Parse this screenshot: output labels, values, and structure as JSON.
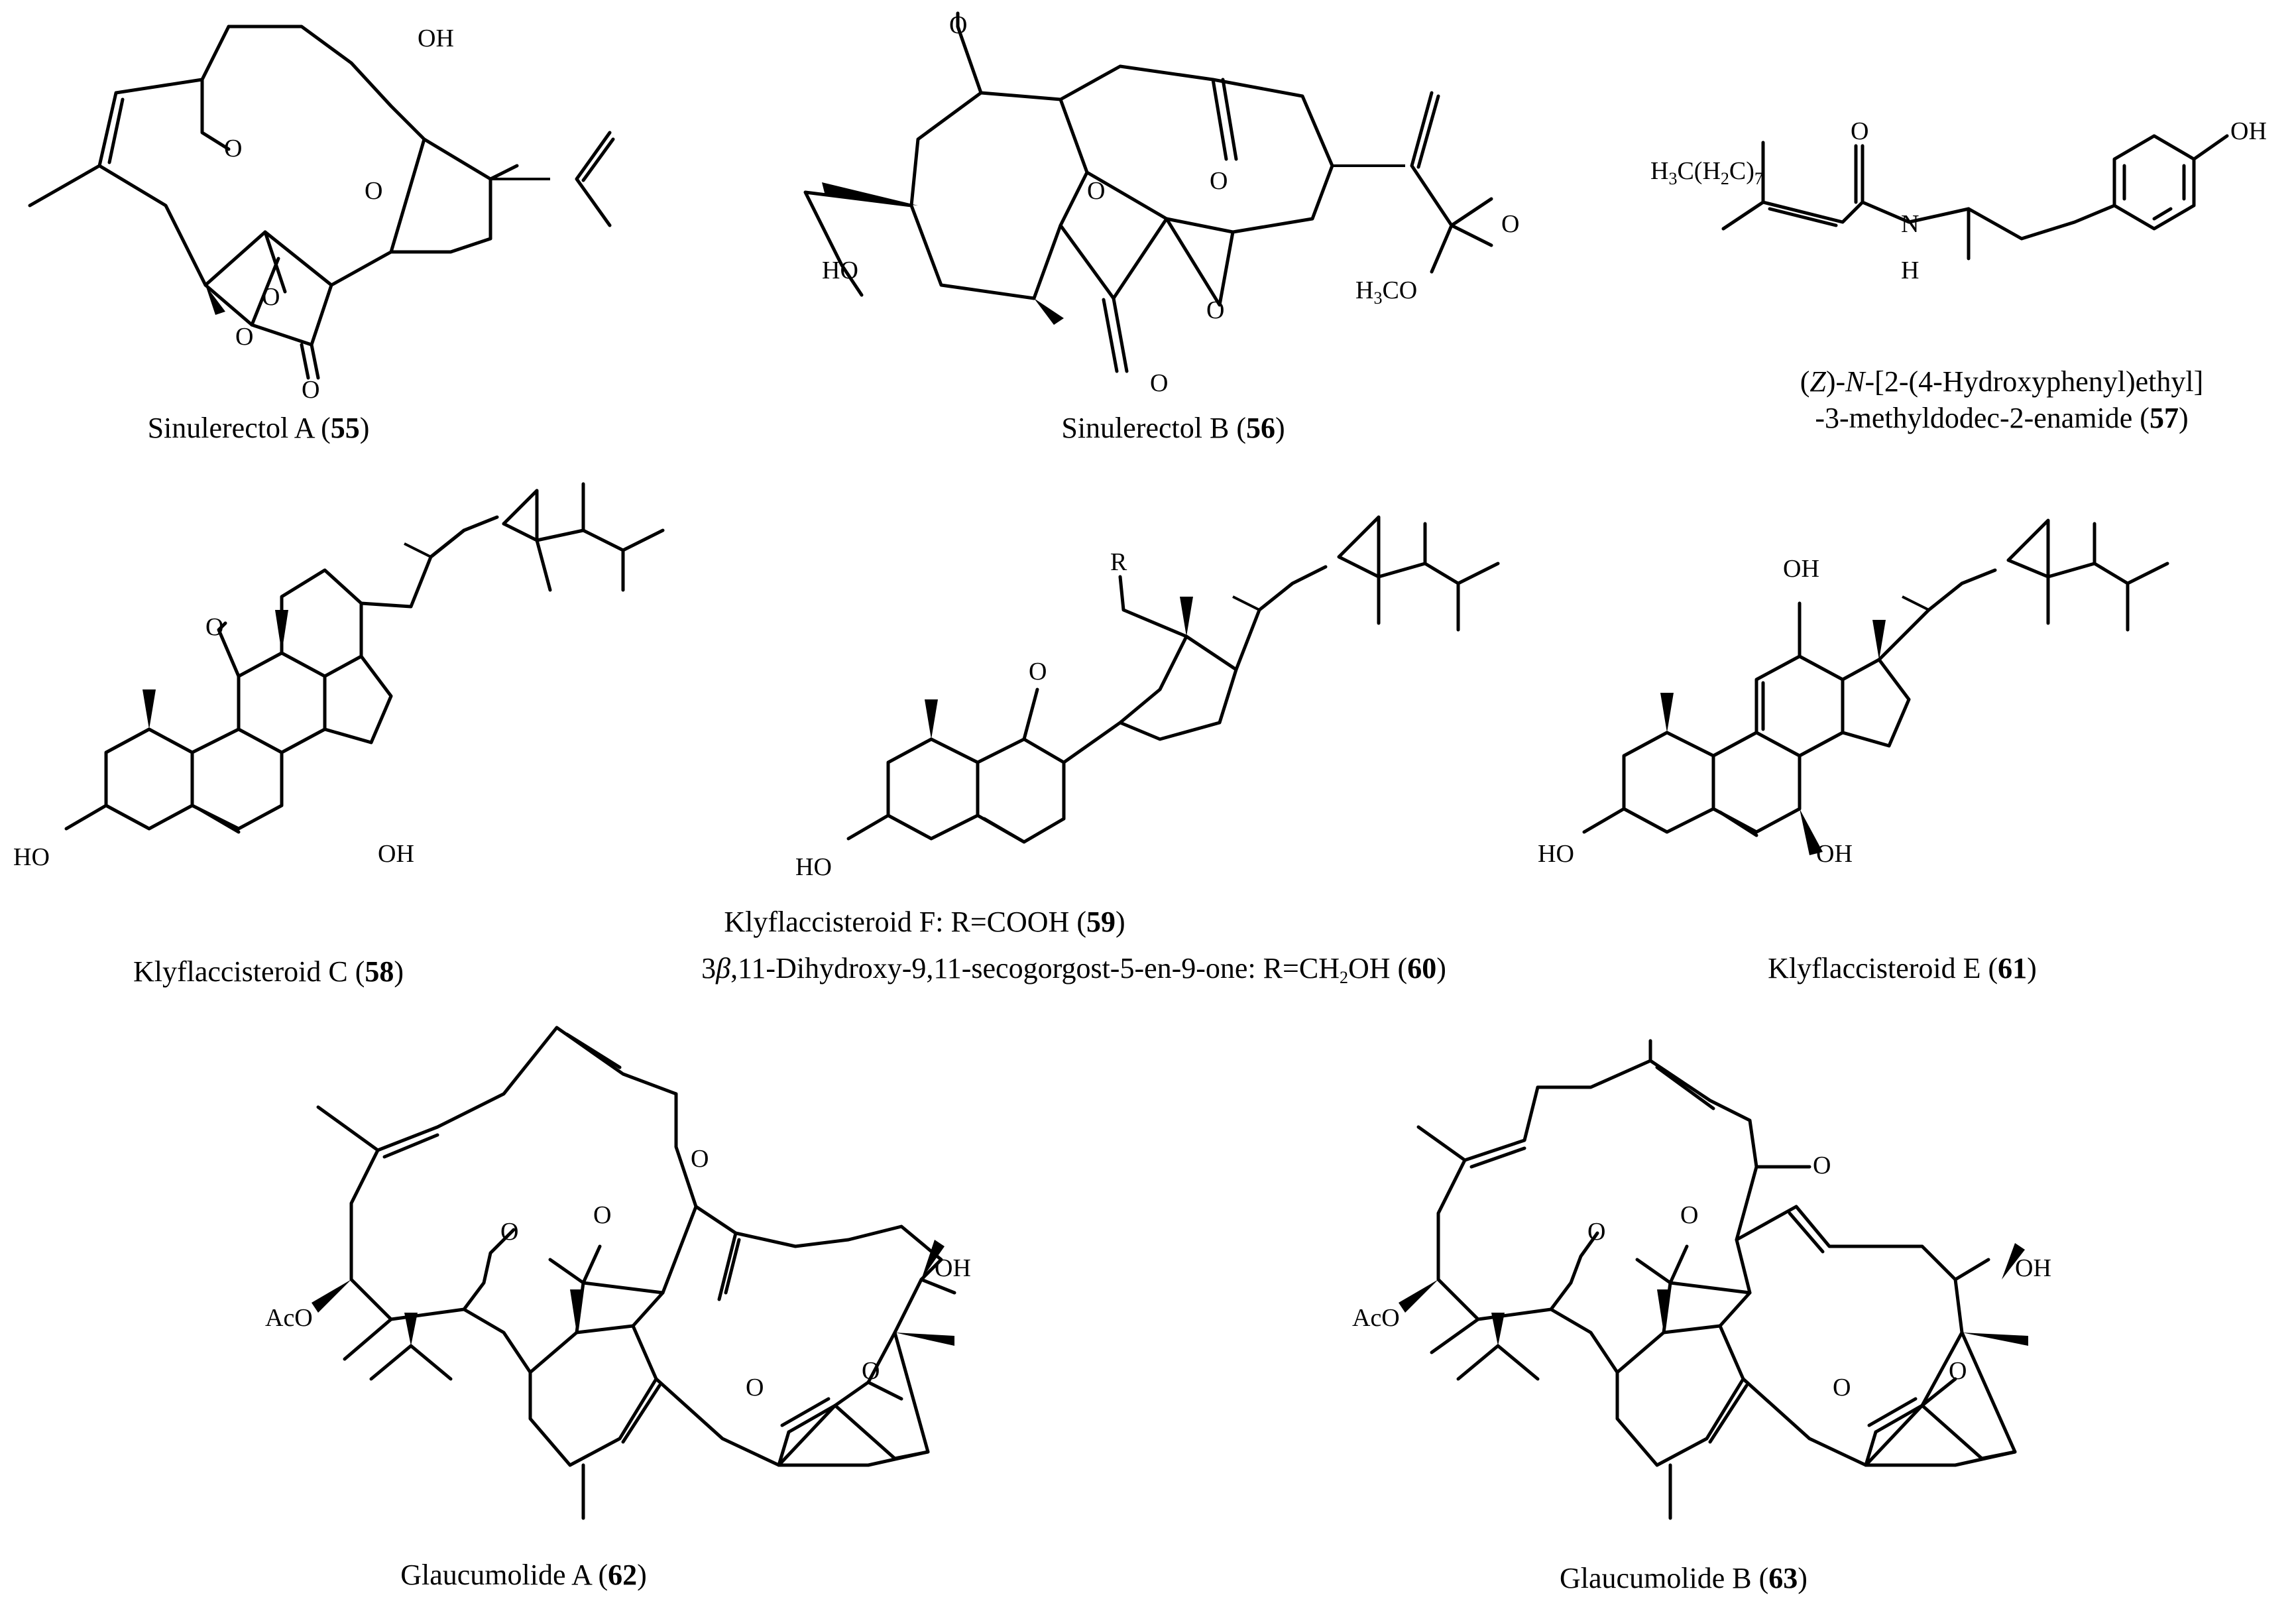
{
  "compounds": [
    {
      "id": "55",
      "name": "Sinulerectol A",
      "number": "55"
    },
    {
      "id": "56",
      "name": "Sinulerectol B",
      "number": "56"
    },
    {
      "id": "57",
      "name_line1_prefix": "Z",
      "name_line1_n": "N",
      "name_line1_rest": "-[2-(4-Hydroxyphenyl)ethyl]",
      "name_line2": "-3-methyldodec-2-enamide",
      "number": "57"
    },
    {
      "id": "58",
      "name": "Klyflaccisteroid C",
      "number": "58"
    },
    {
      "id": "59",
      "name": "Klyflaccisteroid F: R=COOH",
      "number": "59"
    },
    {
      "id": "60",
      "name_prefix": "3",
      "name_beta": "β",
      "name_rest": ",11-Dihydroxy-9,11-secogorgost-5-en-9-one:  R=CH",
      "name_sub": "2",
      "name_tail": "OH",
      "number": "60"
    },
    {
      "id": "61",
      "name": "Klyflaccisteroid E",
      "number": "61"
    },
    {
      "id": "62",
      "name": "Glaucumolide A",
      "number": "62"
    },
    {
      "id": "63",
      "name": "Glaucumolide B",
      "number": "63"
    }
  ],
  "atom_labels": {
    "OH": "OH",
    "HO": "HO",
    "O": "O",
    "H": "H",
    "N": "N",
    "R": "R",
    "AcO": "AcO",
    "H3CO_main": "H",
    "H3CO_sub": "3",
    "H3CO_tail": "CO",
    "H3C_main": "H",
    "H3C_sub": "3",
    "H3C_mid": "C(H",
    "H3C_sub2": "2",
    "H3C_mid2": "C)",
    "H3C_sub3": "7"
  }
}
